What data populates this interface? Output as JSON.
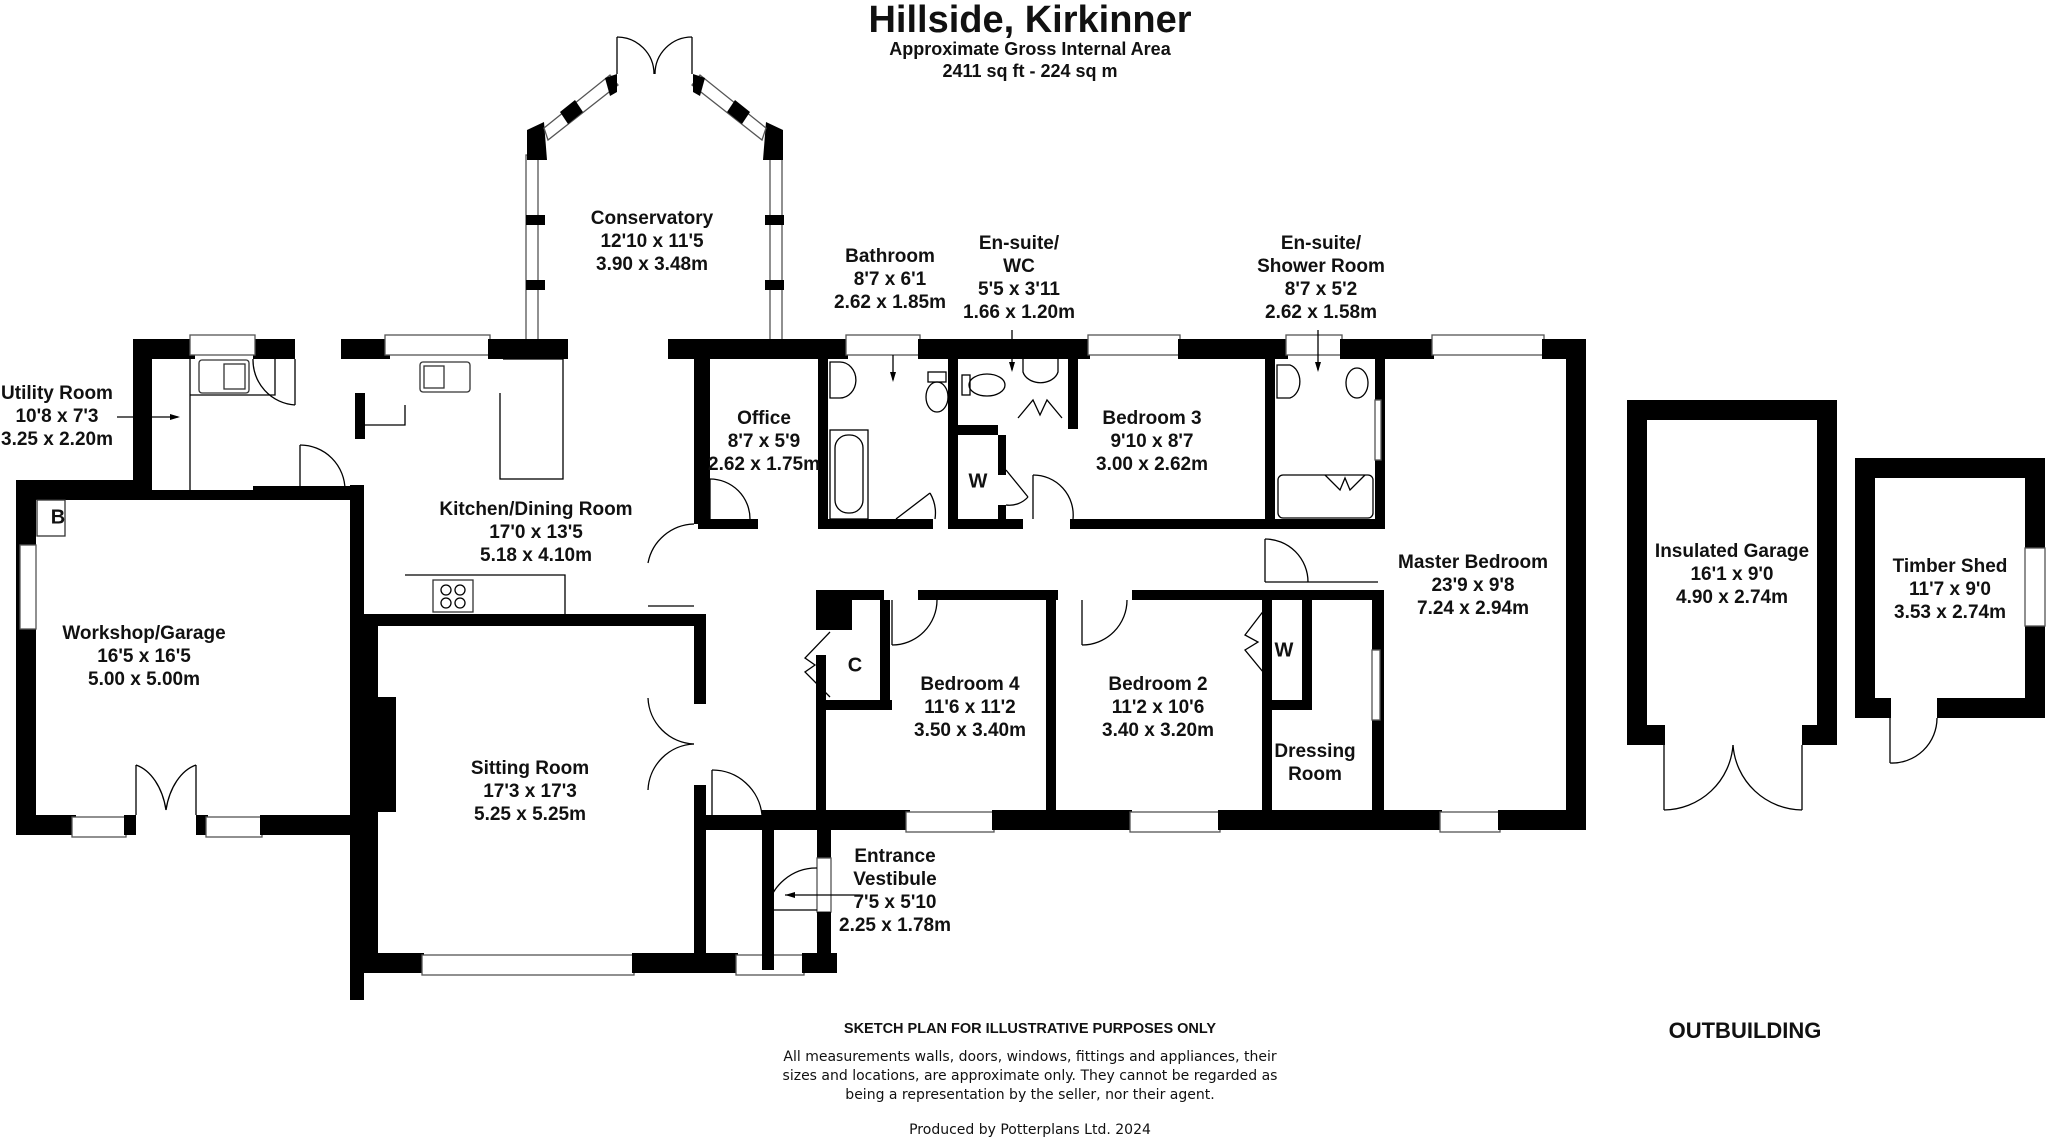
{
  "header": {
    "title": "Hillside, Kirkinner",
    "subtitle": "Approximate Gross Internal Area",
    "area": "2411 sq ft - 224 sq m"
  },
  "rooms": {
    "conservatory": {
      "name": "Conservatory",
      "imperial": "12'10 x 11'5",
      "metric": "3.90 x 3.48m"
    },
    "bathroom": {
      "name": "Bathroom",
      "imperial": "8'7 x 6'1",
      "metric": "2.62 x 1.85m"
    },
    "ensuite_wc": {
      "name_line1": "En-suite/",
      "name_line2": "WC",
      "imperial": "5'5 x 3'11",
      "metric": "1.66 x 1.20m"
    },
    "ensuite_shower": {
      "name_line1": "En-suite/",
      "name_line2": "Shower Room",
      "imperial": "8'7 x 5'2",
      "metric": "2.62 x 1.58m"
    },
    "utility": {
      "name": "Utility Room",
      "imperial": "10'8 x 7'3",
      "metric": "3.25 x 2.20m"
    },
    "office": {
      "name": "Office",
      "imperial": "8'7 x 5'9",
      "metric": "2.62 x 1.75m"
    },
    "bedroom3": {
      "name": "Bedroom 3",
      "imperial": "9'10 x 8'7",
      "metric": "3.00 x 2.62m"
    },
    "kitchen": {
      "name": "Kitchen/Dining Room",
      "imperial": "17'0 x 13'5",
      "metric": "5.18 x 4.10m"
    },
    "master": {
      "name": "Master Bedroom",
      "imperial": "23'9 x 9'8",
      "metric": "7.24 x 2.94m"
    },
    "workshop": {
      "name": "Workshop/Garage",
      "imperial": "16'5 x 16'5",
      "metric": "5.00 x 5.00m"
    },
    "bedroom4": {
      "name": "Bedroom 4",
      "imperial": "11'6 x 11'2",
      "metric": "3.50 x 3.40m"
    },
    "bedroom2": {
      "name": "Bedroom 2",
      "imperial": "11'2 x 10'6",
      "metric": "3.40 x 3.20m"
    },
    "dressing": {
      "name_line1": "Dressing",
      "name_line2": "Room"
    },
    "sitting": {
      "name": "Sitting Room",
      "imperial": "17'3 x 17'3",
      "metric": "5.25 x 5.25m"
    },
    "vestibule": {
      "name_line1": "Entrance",
      "name_line2": "Vestibule",
      "imperial": "7'5 x 5'10",
      "metric": "2.25 x 1.78m"
    },
    "garage": {
      "name": "Insulated Garage",
      "imperial": "16'1 x 9'0",
      "metric": "4.90 x 2.74m"
    },
    "shed": {
      "name": "Timber Shed",
      "imperial": "11'7 x 9'0",
      "metric": "3.53 x 2.74m"
    }
  },
  "markers": {
    "boiler": "B",
    "cupboard": "C",
    "wardrobe_bed3": "W",
    "wardrobe_bed2": "W"
  },
  "footer": {
    "heading": "SKETCH PLAN FOR ILLUSTRATIVE PURPOSES ONLY",
    "disclaimer_line1": "All measurements walls, doors, windows, fittings and appliances, their",
    "disclaimer_line2": "sizes and locations, are approximate only. They cannot be regarded as",
    "disclaimer_line3": "being a representation by the seller, nor their agent.",
    "produced_by": "Produced by Potterplans Ltd. 2024"
  },
  "outbuilding_label": "OUTBUILDING"
}
